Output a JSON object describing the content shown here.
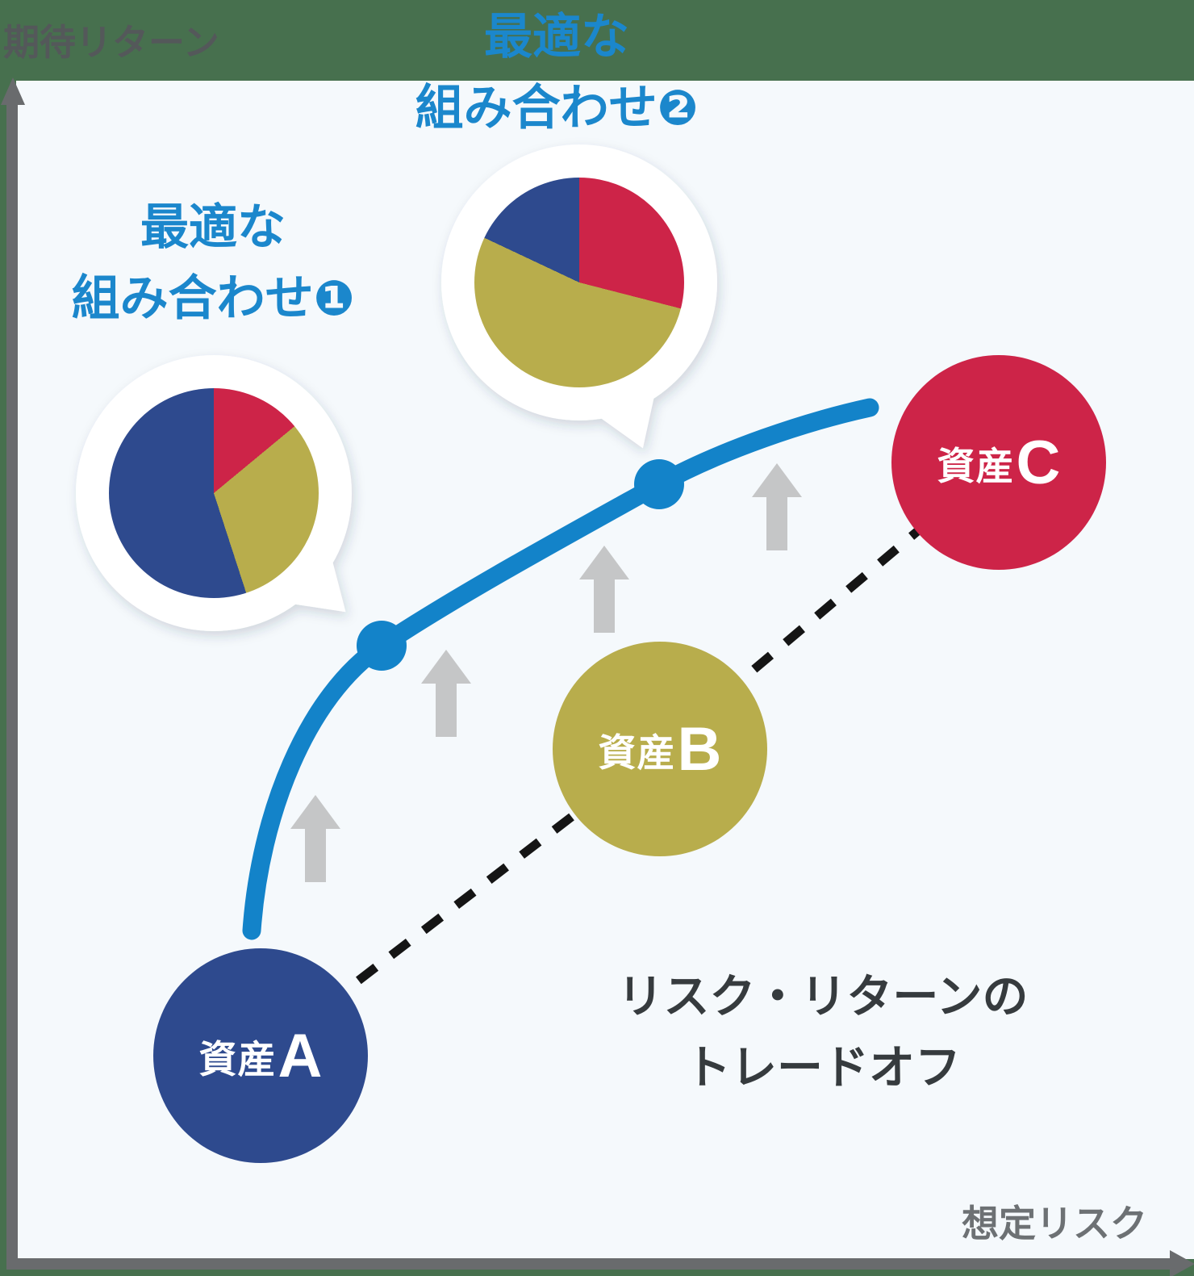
{
  "axes": {
    "y_label": "期待リターン",
    "x_label": "想定リスク"
  },
  "title": {
    "line1": "リスク・リターンの",
    "line2": "トレードオフ"
  },
  "bubble_labels": {
    "optimal1_line1": "最適な",
    "optimal1_line2": "組み合わせ❶",
    "optimal2_line1": "最適な",
    "optimal2_line2": "組み合わせ❷"
  },
  "assets": [
    {
      "id": "A",
      "label_prefix": "資産",
      "label_letter": "A",
      "color": "#2e4a8e"
    },
    {
      "id": "B",
      "label_prefix": "資産",
      "label_letter": "B",
      "color": "#b8ad4c"
    },
    {
      "id": "C",
      "label_prefix": "資産",
      "label_letter": "C",
      "color": "#cd2448"
    }
  ],
  "palette": {
    "background_green": "#47704e",
    "plot_background": "#f5f9fc",
    "frontier_blue": "#1383c9",
    "label_blue": "#1b87cc",
    "axis_gray": "#696b6d",
    "arrow_gray": "#c5c6c7",
    "dash_black": "#151515",
    "title_gray": "#363b3e",
    "asset_a_navy": "#2e4a8e",
    "asset_b_olive": "#b8ad4c",
    "asset_c_crimson": "#cd2448",
    "bubble_white": "#ffffff"
  },
  "chart_data": [
    {
      "type": "pie",
      "title": "最適な組み合わせ❶",
      "categories": [
        "資産C",
        "資産B",
        "資産A"
      ],
      "values": [
        14,
        31,
        55
      ],
      "colors": [
        "#cd2448",
        "#b8ad4c",
        "#2e4a8e"
      ],
      "start_angle_deg": 0,
      "direction": "clockwise"
    },
    {
      "type": "pie",
      "title": "最適な組み合わせ❷",
      "categories": [
        "資産C",
        "資産B",
        "資産A"
      ],
      "values": [
        29,
        53,
        18
      ],
      "colors": [
        "#cd2448",
        "#b8ad4c",
        "#2e4a8e"
      ],
      "start_angle_deg": 0,
      "direction": "clockwise"
    }
  ]
}
